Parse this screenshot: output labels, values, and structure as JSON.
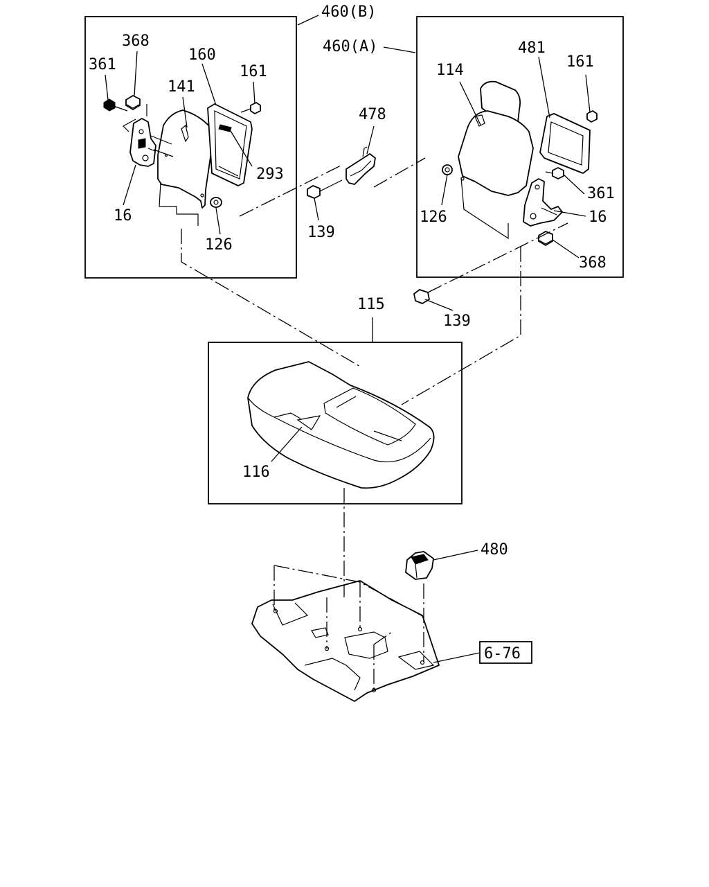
{
  "labels": {
    "asm_460b": "460(B)",
    "asm_460a": "460(A)",
    "l368_left": "368",
    "l361_left": "361",
    "l160": "160",
    "l161_left": "161",
    "l141": "141",
    "l293": "293",
    "l16_left": "16",
    "l126_left": "126",
    "l478": "478",
    "l139_mid": "139",
    "l114": "114",
    "l481": "481",
    "l161_right": "161",
    "l126_right": "126",
    "l361_right": "361",
    "l16_right": "16",
    "l368_right": "368",
    "l139_low": "139",
    "l115": "115",
    "l116": "116",
    "l480": "480",
    "ref_6_76": "6-76"
  },
  "icons": {
    "seat_back_left": "seat-back-panel",
    "seat_back_right": "seat-back-with-headrest",
    "seat_cushion": "seat-cushion",
    "floor_pan": "floor-panel",
    "hinge_bracket": "recliner-hinge-bracket",
    "bolt": "bolt",
    "nut": "nut",
    "clip": "clip"
  }
}
